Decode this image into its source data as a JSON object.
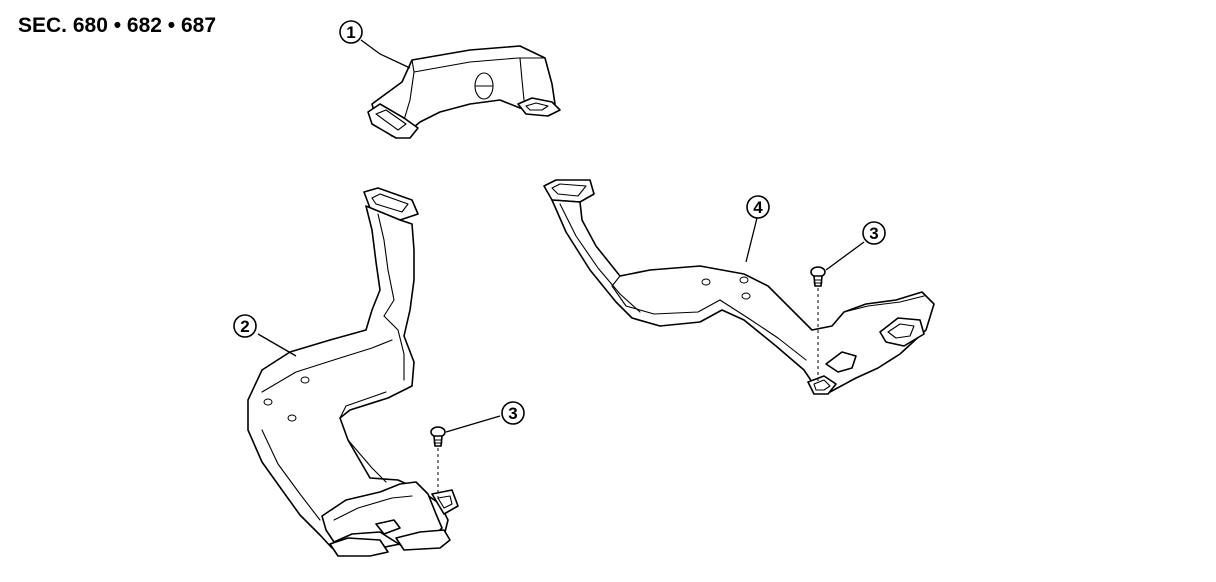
{
  "section_label": "SEC. 680 • 682 • 687",
  "callouts": [
    {
      "id": "c1",
      "label": "1"
    },
    {
      "id": "c2",
      "label": "2"
    },
    {
      "id": "c3a",
      "label": "3"
    },
    {
      "id": "c3b",
      "label": "3"
    },
    {
      "id": "c4",
      "label": "4"
    }
  ]
}
